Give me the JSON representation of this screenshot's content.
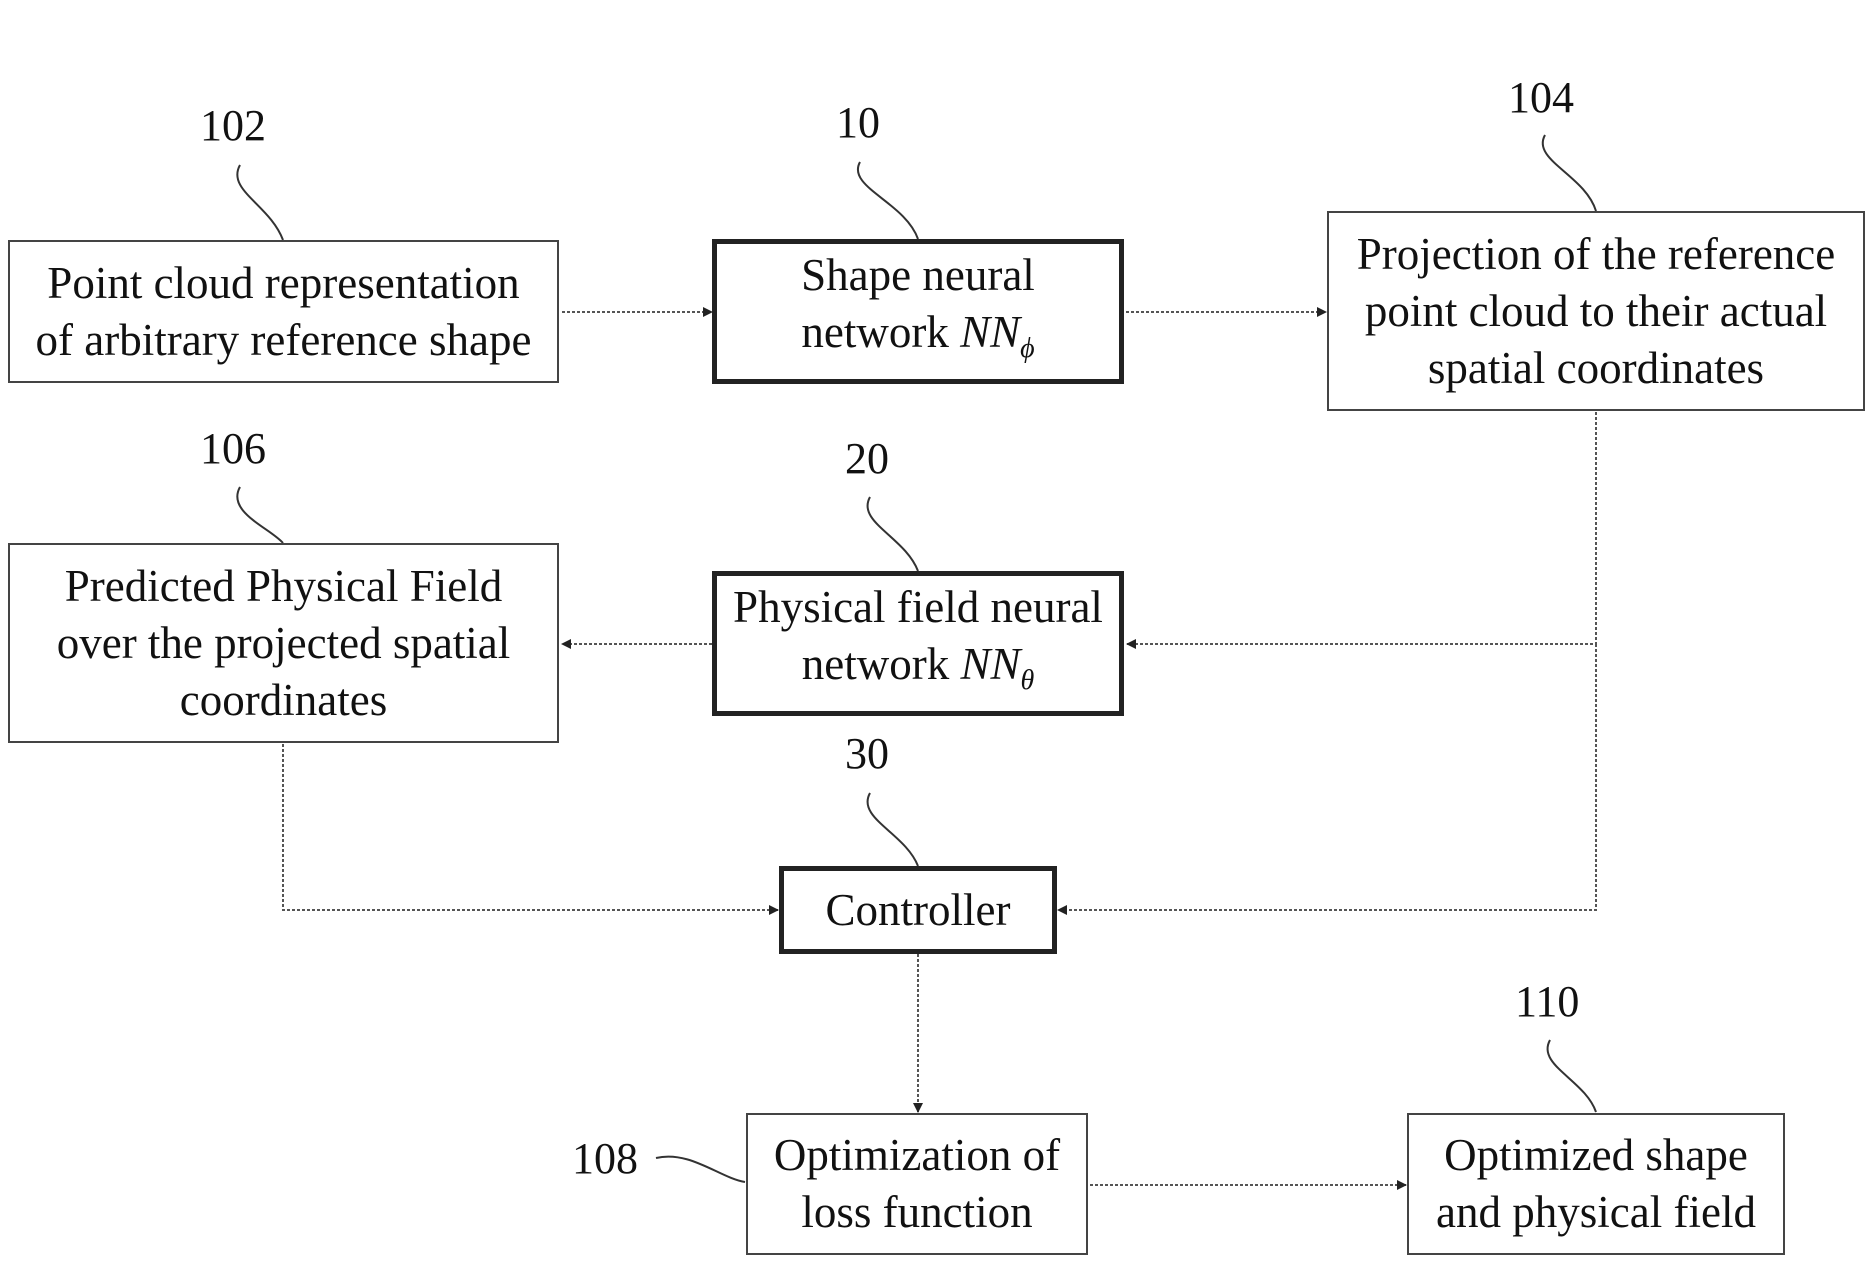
{
  "boxes": {
    "b102": {
      "line1": "Point cloud representation",
      "line2": "of arbitrary reference shape"
    },
    "b10": {
      "line1": "Shape neural",
      "line2_prefix": "network ",
      "sym": "NN",
      "sub": "ϕ"
    },
    "b104": {
      "line1": "Projection of the reference",
      "line2": "point cloud to their actual",
      "line3": "spatial coordinates"
    },
    "b106": {
      "line1": "Predicted Physical Field",
      "line2": "over the projected spatial",
      "line3": "coordinates"
    },
    "b20": {
      "line1": "Physical field neural",
      "line2_prefix": "network ",
      "sym": "NN",
      "sub": "θ"
    },
    "b30": {
      "line1": "Controller"
    },
    "b108": {
      "line1": "Optimization of",
      "line2": "loss function"
    },
    "b110": {
      "line1": "Optimized shape",
      "line2": "and physical field"
    }
  },
  "refs": {
    "r102": "102",
    "r10": "10",
    "r104": "104",
    "r106": "106",
    "r20": "20",
    "r30": "30",
    "r108": "108",
    "r110": "110"
  }
}
